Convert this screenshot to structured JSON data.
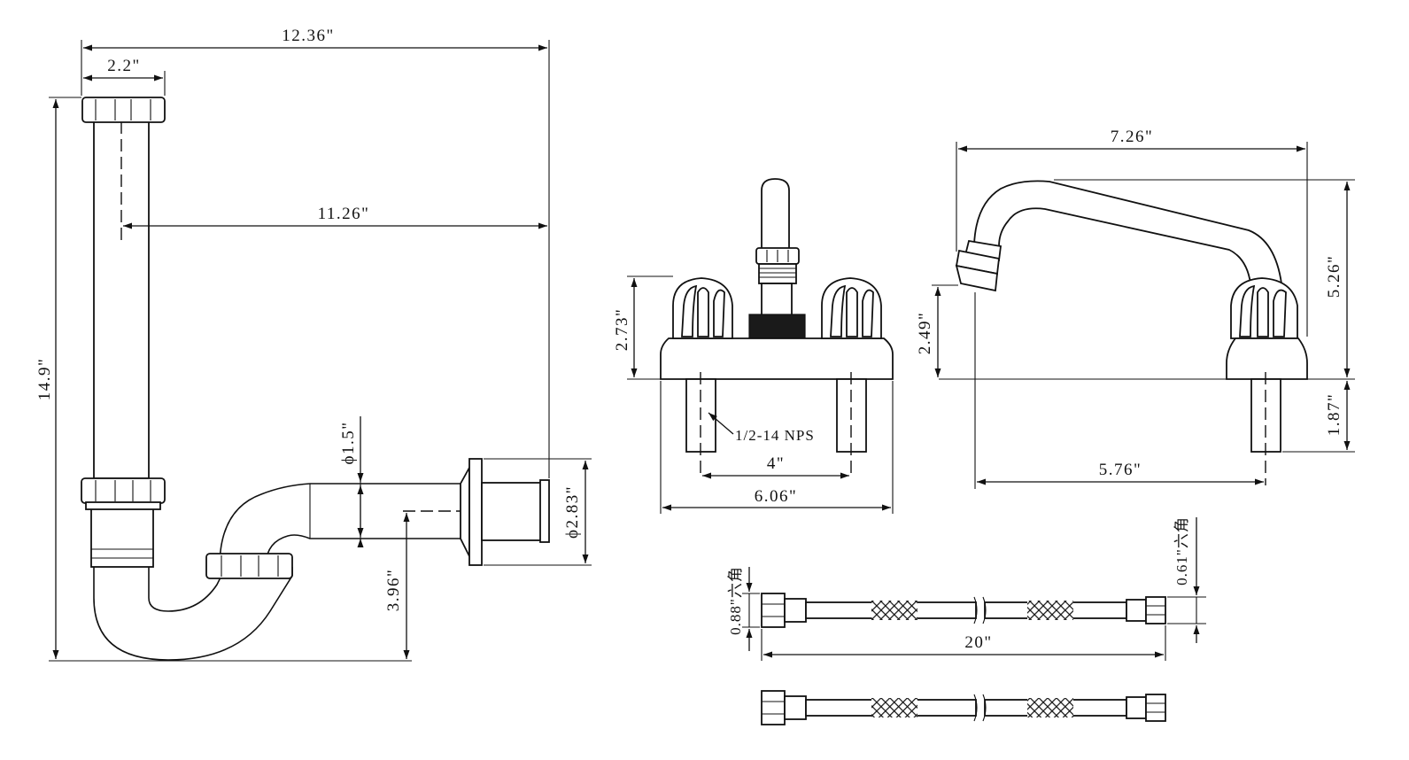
{
  "drain_trap": {
    "overall_width": "12.36\"",
    "top_width": "2.2\"",
    "outlet_length": "11.26\"",
    "overall_height": "14.9\"",
    "outlet_diameter": "ϕ1.5\"",
    "flange_diameter": "ϕ2.83\"",
    "outlet_height": "3.96\""
  },
  "faucet_front": {
    "body_height": "2.73\"",
    "thread_spec": "1/2-14 NPS",
    "center_spacing": "4\"",
    "base_width": "6.06\""
  },
  "faucet_side": {
    "spout_reach": "7.26\"",
    "spout_height": "5.26\"",
    "aerator_height": "2.49\"",
    "shank_length": "1.87\"",
    "spout_projection": "5.76\""
  },
  "supply_hose": {
    "nut_left": "0.88\"六角",
    "nut_right": "0.61\"六角",
    "length": "20\""
  }
}
